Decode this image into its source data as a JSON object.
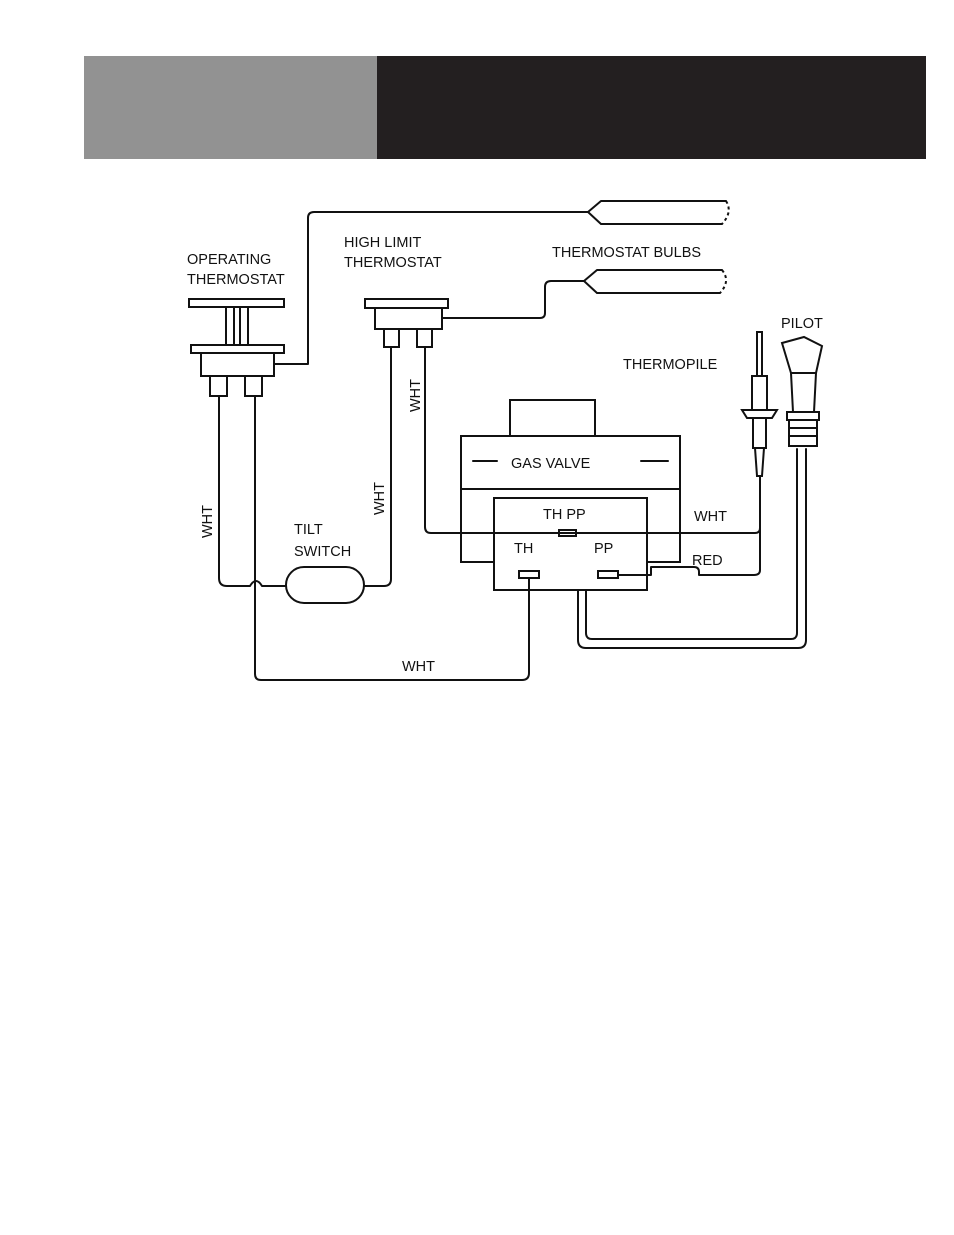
{
  "labels": {
    "operating_thermostat_l1": "OPERATING",
    "operating_thermostat_l2": "THERMOSTAT",
    "high_limit_l1": "HIGH LIMIT",
    "high_limit_l2": "THERMOSTAT",
    "thermostat_bulbs": "THERMOSTAT BULBS",
    "pilot": "PILOT",
    "thermopile": "THERMOPILE",
    "gas_valve": "GAS VALVE",
    "th_pp": "TH PP",
    "th": "TH",
    "pp": "PP",
    "tilt_switch_l1": "TILT",
    "tilt_switch_l2": "SWITCH",
    "wire_wht": "WHT",
    "wire_red": "RED"
  },
  "colors": {
    "header_left": "#929292",
    "header_right": "#231f20",
    "line": "#111111"
  }
}
